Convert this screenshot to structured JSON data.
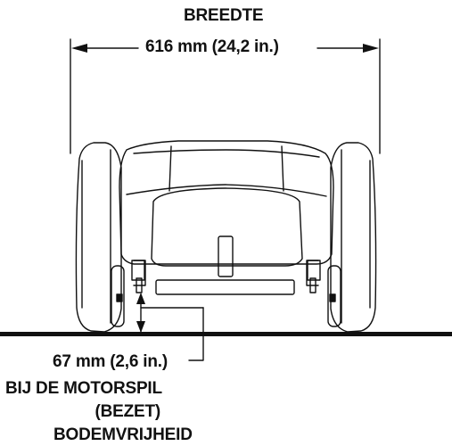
{
  "width_label": {
    "title": "BREEDTE",
    "value": "616 mm (24,2 in.)"
  },
  "clearance_label": {
    "value": "67 mm (2,6 in.)",
    "line1": "BIJ DE MOTORSPIL",
    "line2": "(BEZET)",
    "line3": "BODEMVRIJHEID"
  }
}
